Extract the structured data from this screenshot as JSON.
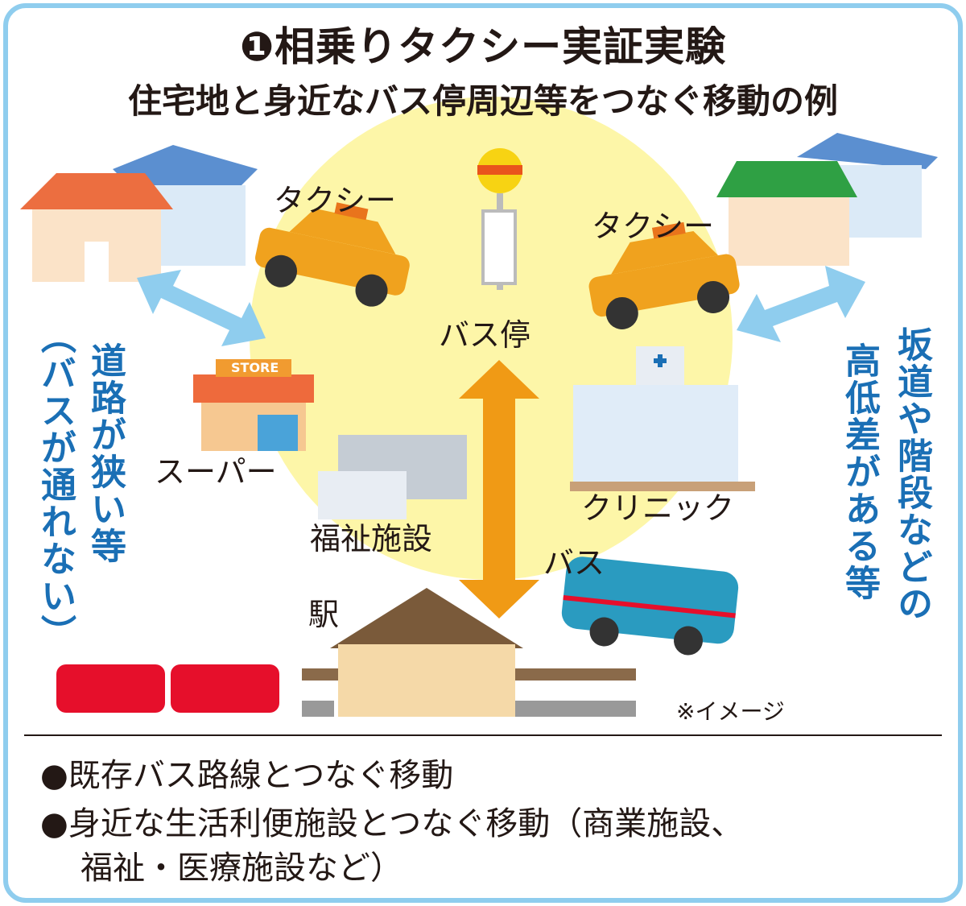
{
  "header": {
    "title": "❶相乗りタクシー実証実験",
    "subtitle": "住宅地と身近なバス停周辺等をつなぐ移動の例"
  },
  "labels": {
    "taxi_left": "タクシー",
    "taxi_right": "タクシー",
    "bus_stop": "バス停",
    "supermarket": "スーパー",
    "store_sign": "STORE",
    "welfare": "福祉施設",
    "clinic": "クリニック",
    "bus": "バス",
    "station": "駅",
    "image_note": "※イメージ"
  },
  "notes": {
    "left_main": "道路が狭い等",
    "left_paren": "（バスが通れない）",
    "right_1": "坂道や階段などの",
    "right_2": "高低差がある等"
  },
  "bullets": [
    "●既存バス路線とつなぐ移動",
    "●身近な生活利便施設とつなぐ移動（商業施設、",
    "福祉・医療施設など）"
  ],
  "colors": {
    "frame": "#8fcdee",
    "accent_text": "#1a6fb5",
    "taxi": "#f0a21e",
    "circle": "#fdf6a8",
    "arrow_blue": "#8fcdee",
    "arrow_orange": "#f09a15",
    "train": "#e60f2b",
    "bus": "#2a9bc0"
  }
}
